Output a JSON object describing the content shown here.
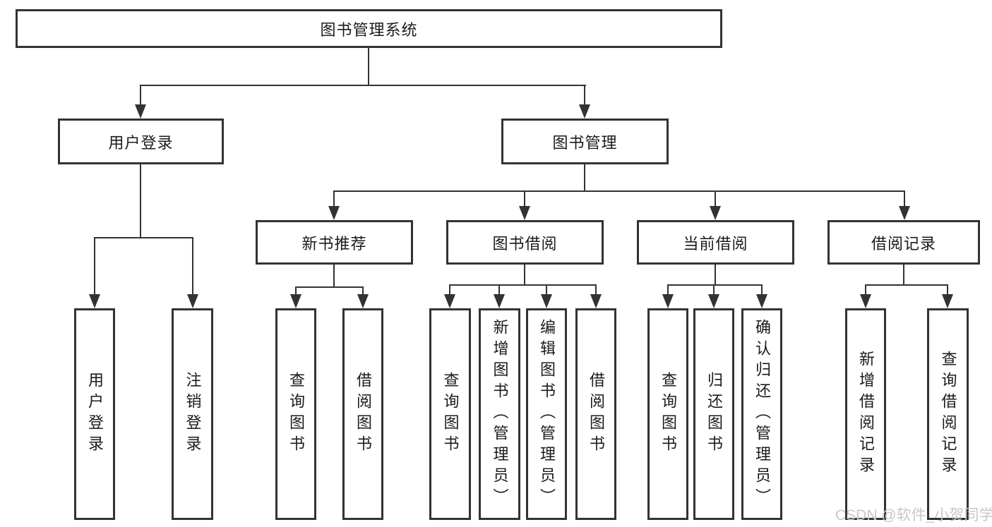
{
  "diagram_type": "hierarchy-tree",
  "tree": {
    "label": "图书管理系统",
    "children": [
      {
        "label": "用户登录",
        "children": [
          {
            "label": "用户登录"
          },
          {
            "label": "注销登录"
          }
        ]
      },
      {
        "label": "图书管理",
        "children": [
          {
            "label": "新书推荐",
            "children": [
              {
                "label": "查询图书"
              },
              {
                "label": "借阅图书"
              }
            ]
          },
          {
            "label": "图书借阅",
            "children": [
              {
                "label": "查询图书"
              },
              {
                "label": "新增图书（管理员）"
              },
              {
                "label": "编辑图书（管理员）"
              },
              {
                "label": "借阅图书"
              }
            ]
          },
          {
            "label": "当前借阅",
            "children": [
              {
                "label": "查询图书"
              },
              {
                "label": "归还图书"
              },
              {
                "label": "确认归还（管理员）"
              }
            ]
          },
          {
            "label": "借阅记录",
            "children": [
              {
                "label": "新增借阅记录"
              },
              {
                "label": "查询借阅记录"
              }
            ]
          }
        ]
      }
    ]
  },
  "watermark": "CSDN @软件_小贺同学",
  "colors": {
    "line": "#333333",
    "box_border": "#333333",
    "box_fill": "#ffffff",
    "text": "#1b1b1b",
    "watermark": "#c8c8c8",
    "background": "#ffffff"
  }
}
